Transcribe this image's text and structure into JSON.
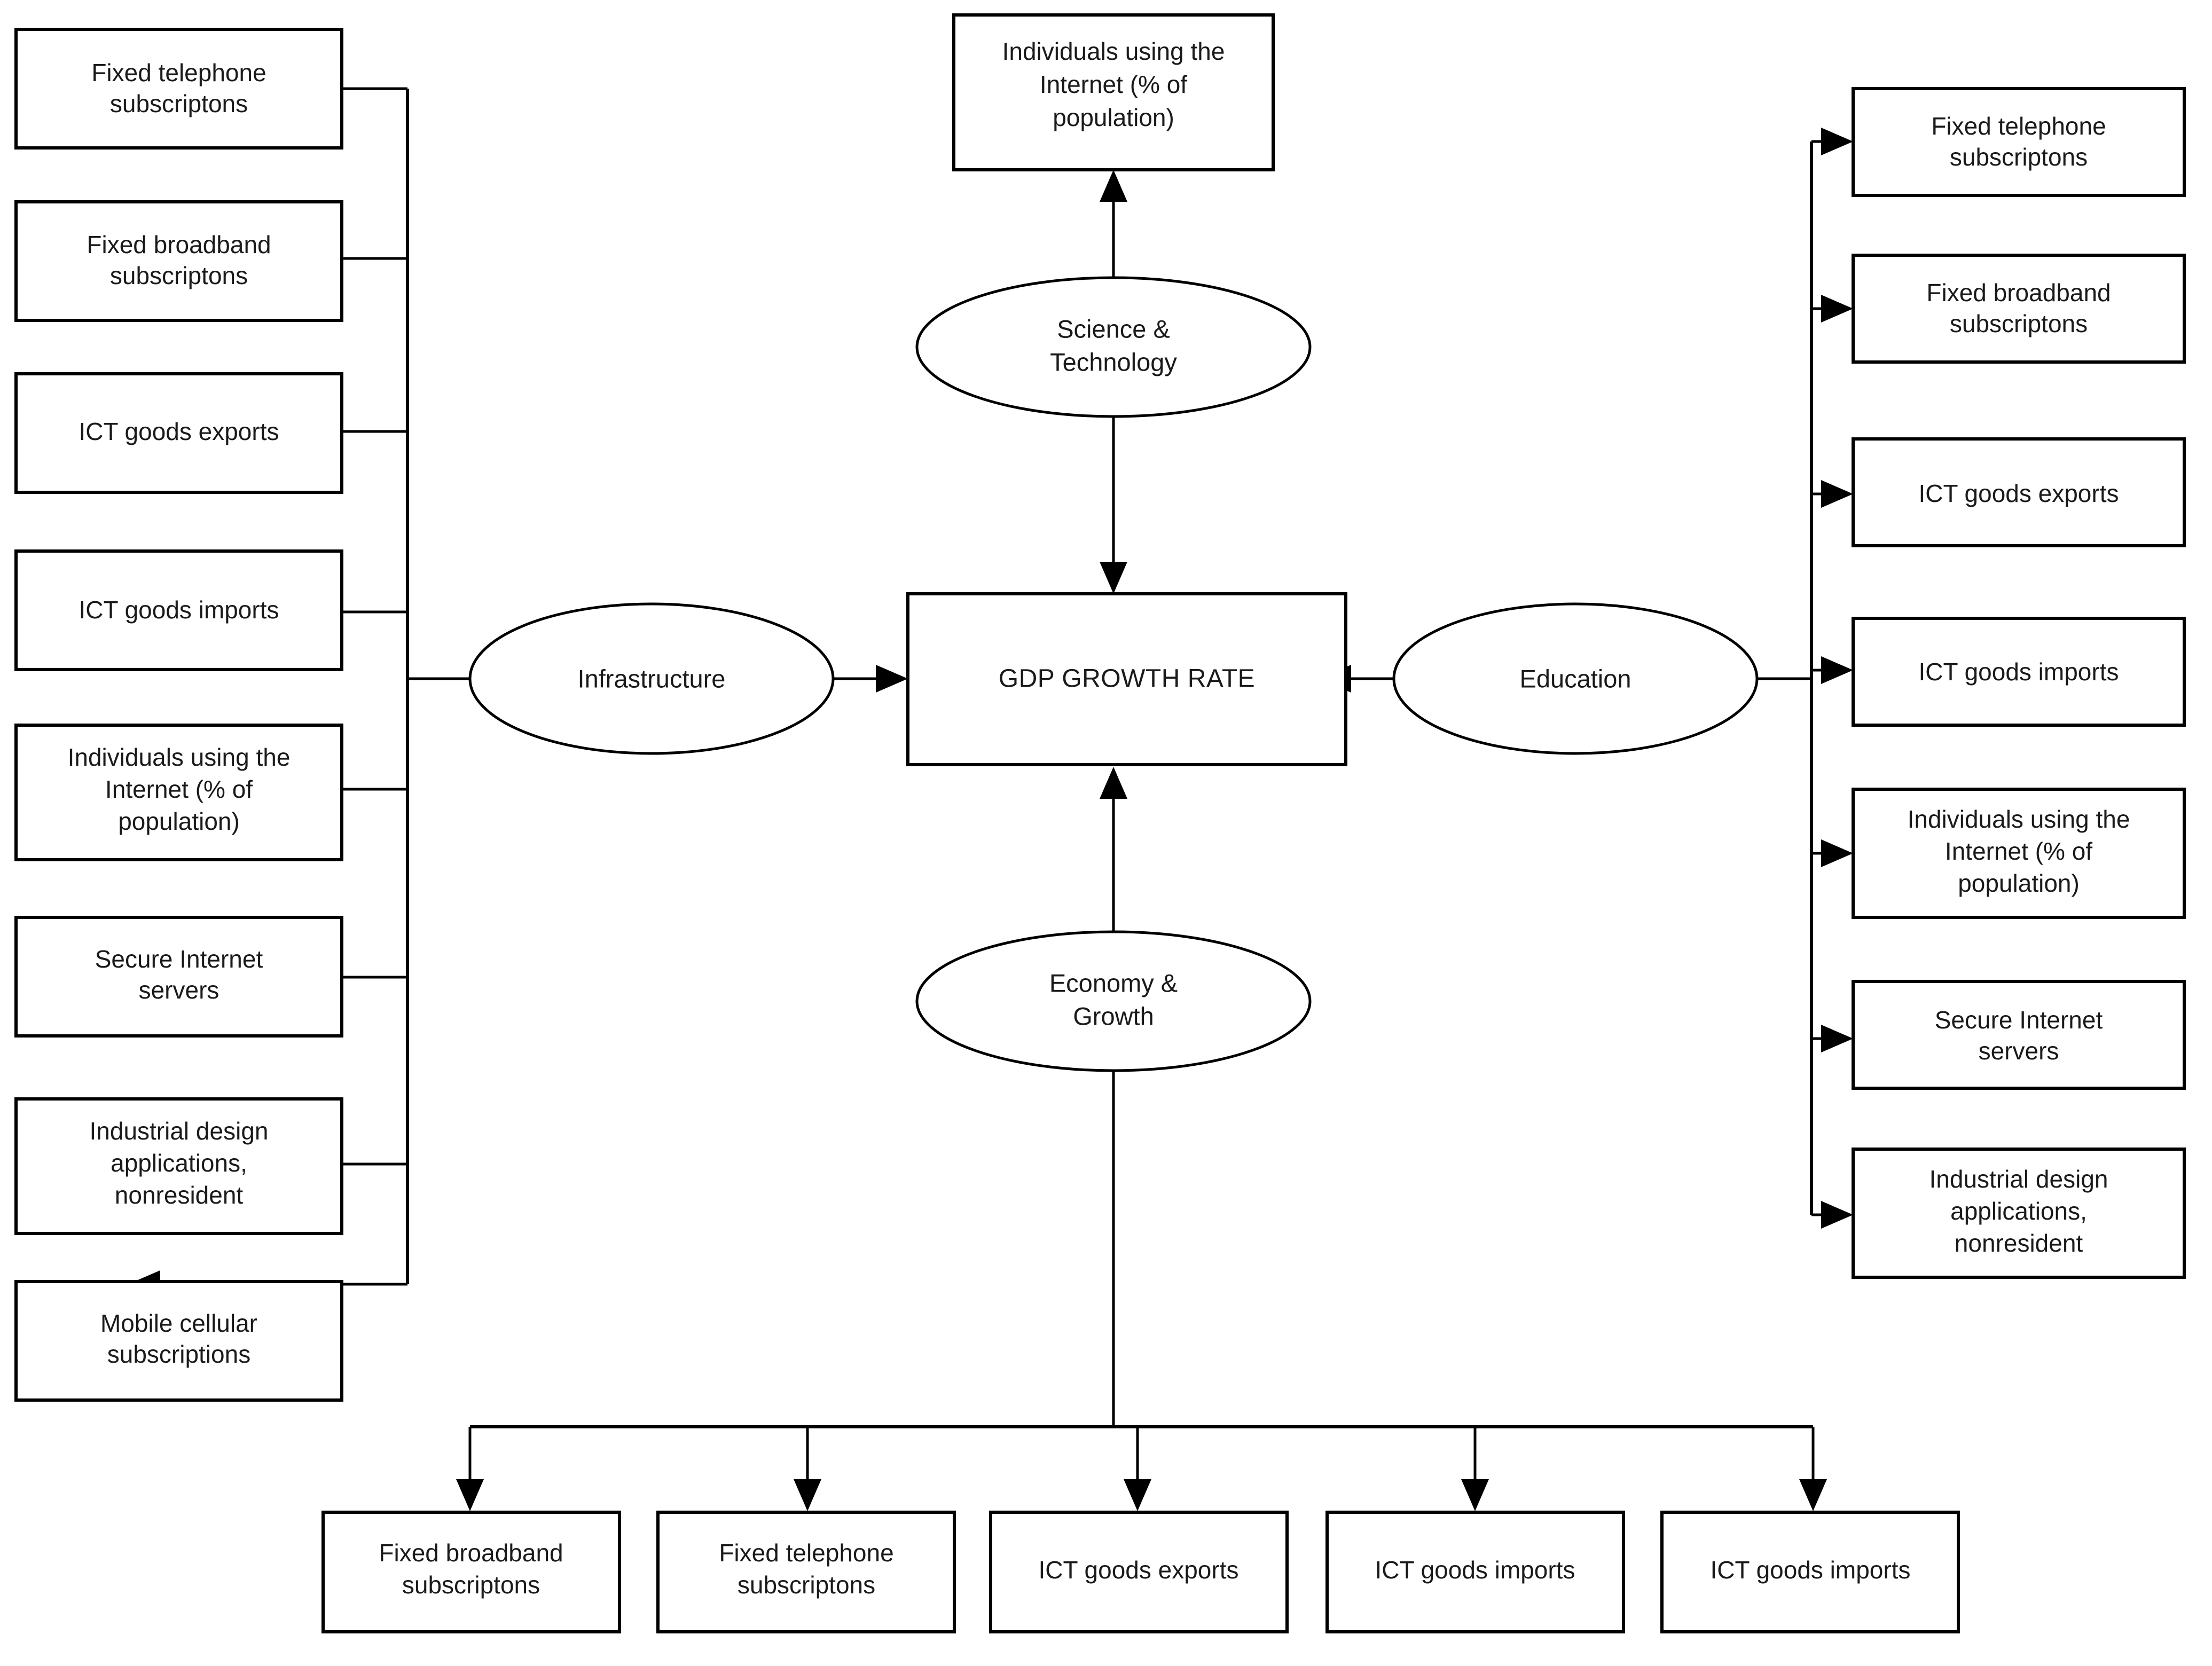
{
  "diagram": {
    "title": "GDP growth rate drivers conceptual framework",
    "background_color": "#ffffff",
    "line_color": "#000000",
    "text_color": "#1a1a1a",
    "center": {
      "label": "GDP GROWTH RATE"
    },
    "drivers": {
      "infrastructure": "Infrastructure",
      "education": "Education",
      "science_technology_line1": "Science &",
      "science_technology_line2": "Technology",
      "economy_growth_line1": "Economy &",
      "economy_growth_line2": "Growth"
    },
    "top_indicator": {
      "line1": "Individuals using the",
      "line2": "Internet (% of",
      "line3": "population)"
    },
    "left_indicators": [
      {
        "line1": "Fixed telephone",
        "line2": "subscriptons",
        "line3": ""
      },
      {
        "line1": "Fixed broadband",
        "line2": "subscriptons",
        "line3": ""
      },
      {
        "line1": "ICT goods exports",
        "line2": "",
        "line3": ""
      },
      {
        "line1": "ICT goods imports",
        "line2": "",
        "line3": ""
      },
      {
        "line1": "Individuals using the",
        "line2": "Internet (% of",
        "line3": "population)"
      },
      {
        "line1": "Secure Internet",
        "line2": "servers",
        "line3": ""
      },
      {
        "line1": "Industrial design",
        "line2": "applications,",
        "line3": "nonresident"
      },
      {
        "line1": "Mobile cellular",
        "line2": "subscriptions",
        "line3": ""
      }
    ],
    "right_indicators": [
      {
        "line1": "Fixed telephone",
        "line2": "subscriptons",
        "line3": ""
      },
      {
        "line1": "Fixed broadband",
        "line2": "subscriptons",
        "line3": ""
      },
      {
        "line1": "ICT goods exports",
        "line2": "",
        "line3": ""
      },
      {
        "line1": "ICT goods imports",
        "line2": "",
        "line3": ""
      },
      {
        "line1": "Individuals using the",
        "line2": "Internet (% of",
        "line3": "population)"
      },
      {
        "line1": "Secure Internet",
        "line2": "servers",
        "line3": ""
      },
      {
        "line1": "Industrial design",
        "line2": "applications,",
        "line3": "nonresident"
      }
    ],
    "bottom_indicators": [
      {
        "line1": "Fixed broadband",
        "line2": "subscriptons"
      },
      {
        "line1": "Fixed telephone",
        "line2": "subscriptons"
      },
      {
        "line1": "ICT goods exports",
        "line2": ""
      },
      {
        "line1": "ICT goods imports",
        "line2": ""
      },
      {
        "line1": "ICT goods imports",
        "line2": ""
      }
    ]
  }
}
